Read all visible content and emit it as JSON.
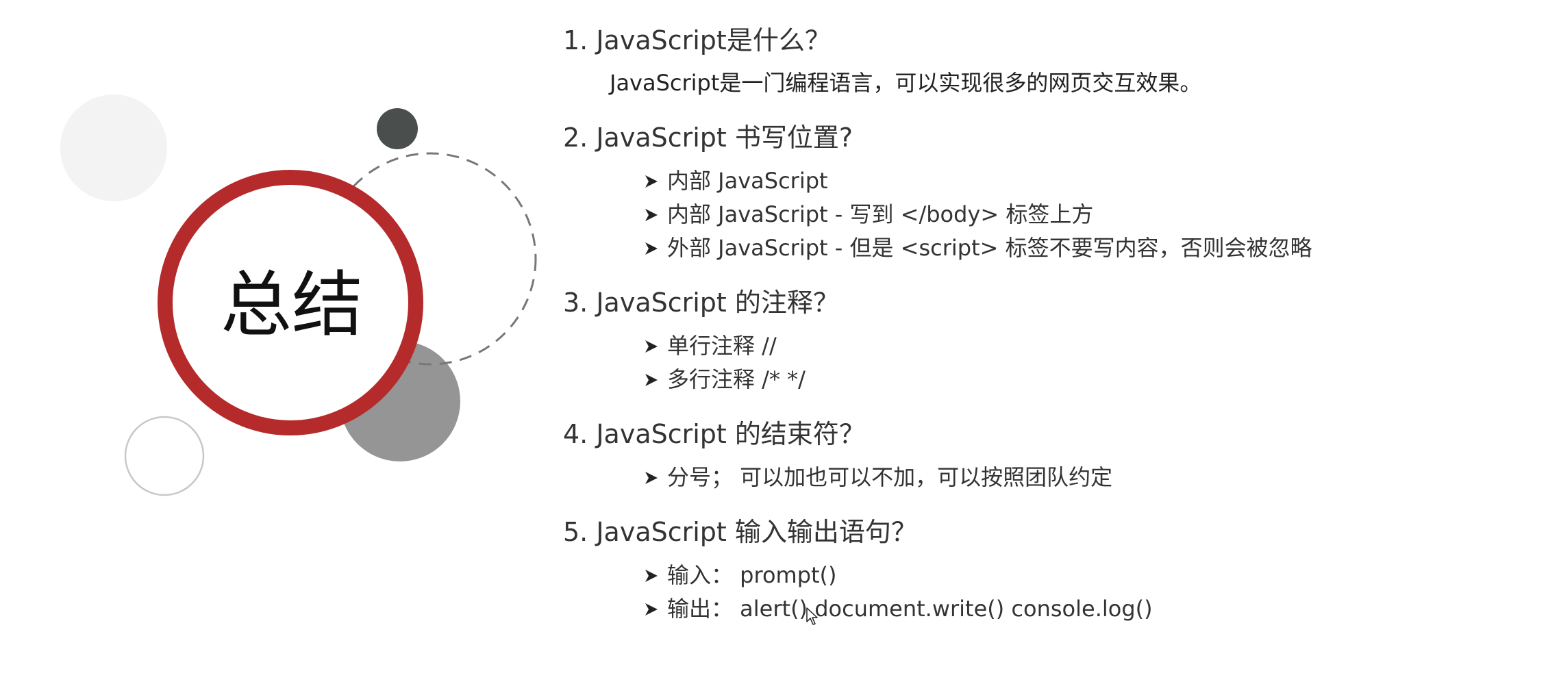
{
  "slide": {
    "title": "总结"
  },
  "sections": [
    {
      "question": "1. JavaScript是什么？",
      "answer": "JavaScript是一门编程语言，可以实现很多的网页交互效果。"
    },
    {
      "question": "2. JavaScript 书写位置?",
      "bullets": [
        "内部 JavaScript",
        "内部 JavaScript - 写到 </body> 标签上方",
        "外部 JavaScript -  但是 <script> 标签不要写内容，否则会被忽略"
      ]
    },
    {
      "question": "3. JavaScript 的注释？",
      "bullets": [
        "单行注释  //",
        "多行注释  /* */"
      ]
    },
    {
      "question": "4. JavaScript 的结束符？",
      "bullets": [
        "分号；   可以加也可以不加，可以按照团队约定"
      ]
    },
    {
      "question": "5. JavaScript 输入输出语句？",
      "bullets": [
        "输入：  prompt()",
        "输出：  alert()    document.write()   console.log()"
      ]
    }
  ],
  "colors": {
    "accent_ring": "#b52a2a",
    "dark_dot": "#4a4f4e",
    "gray_disc": "#959595",
    "light_disc": "#f3f3f3",
    "dashed_ring": "#777777"
  }
}
